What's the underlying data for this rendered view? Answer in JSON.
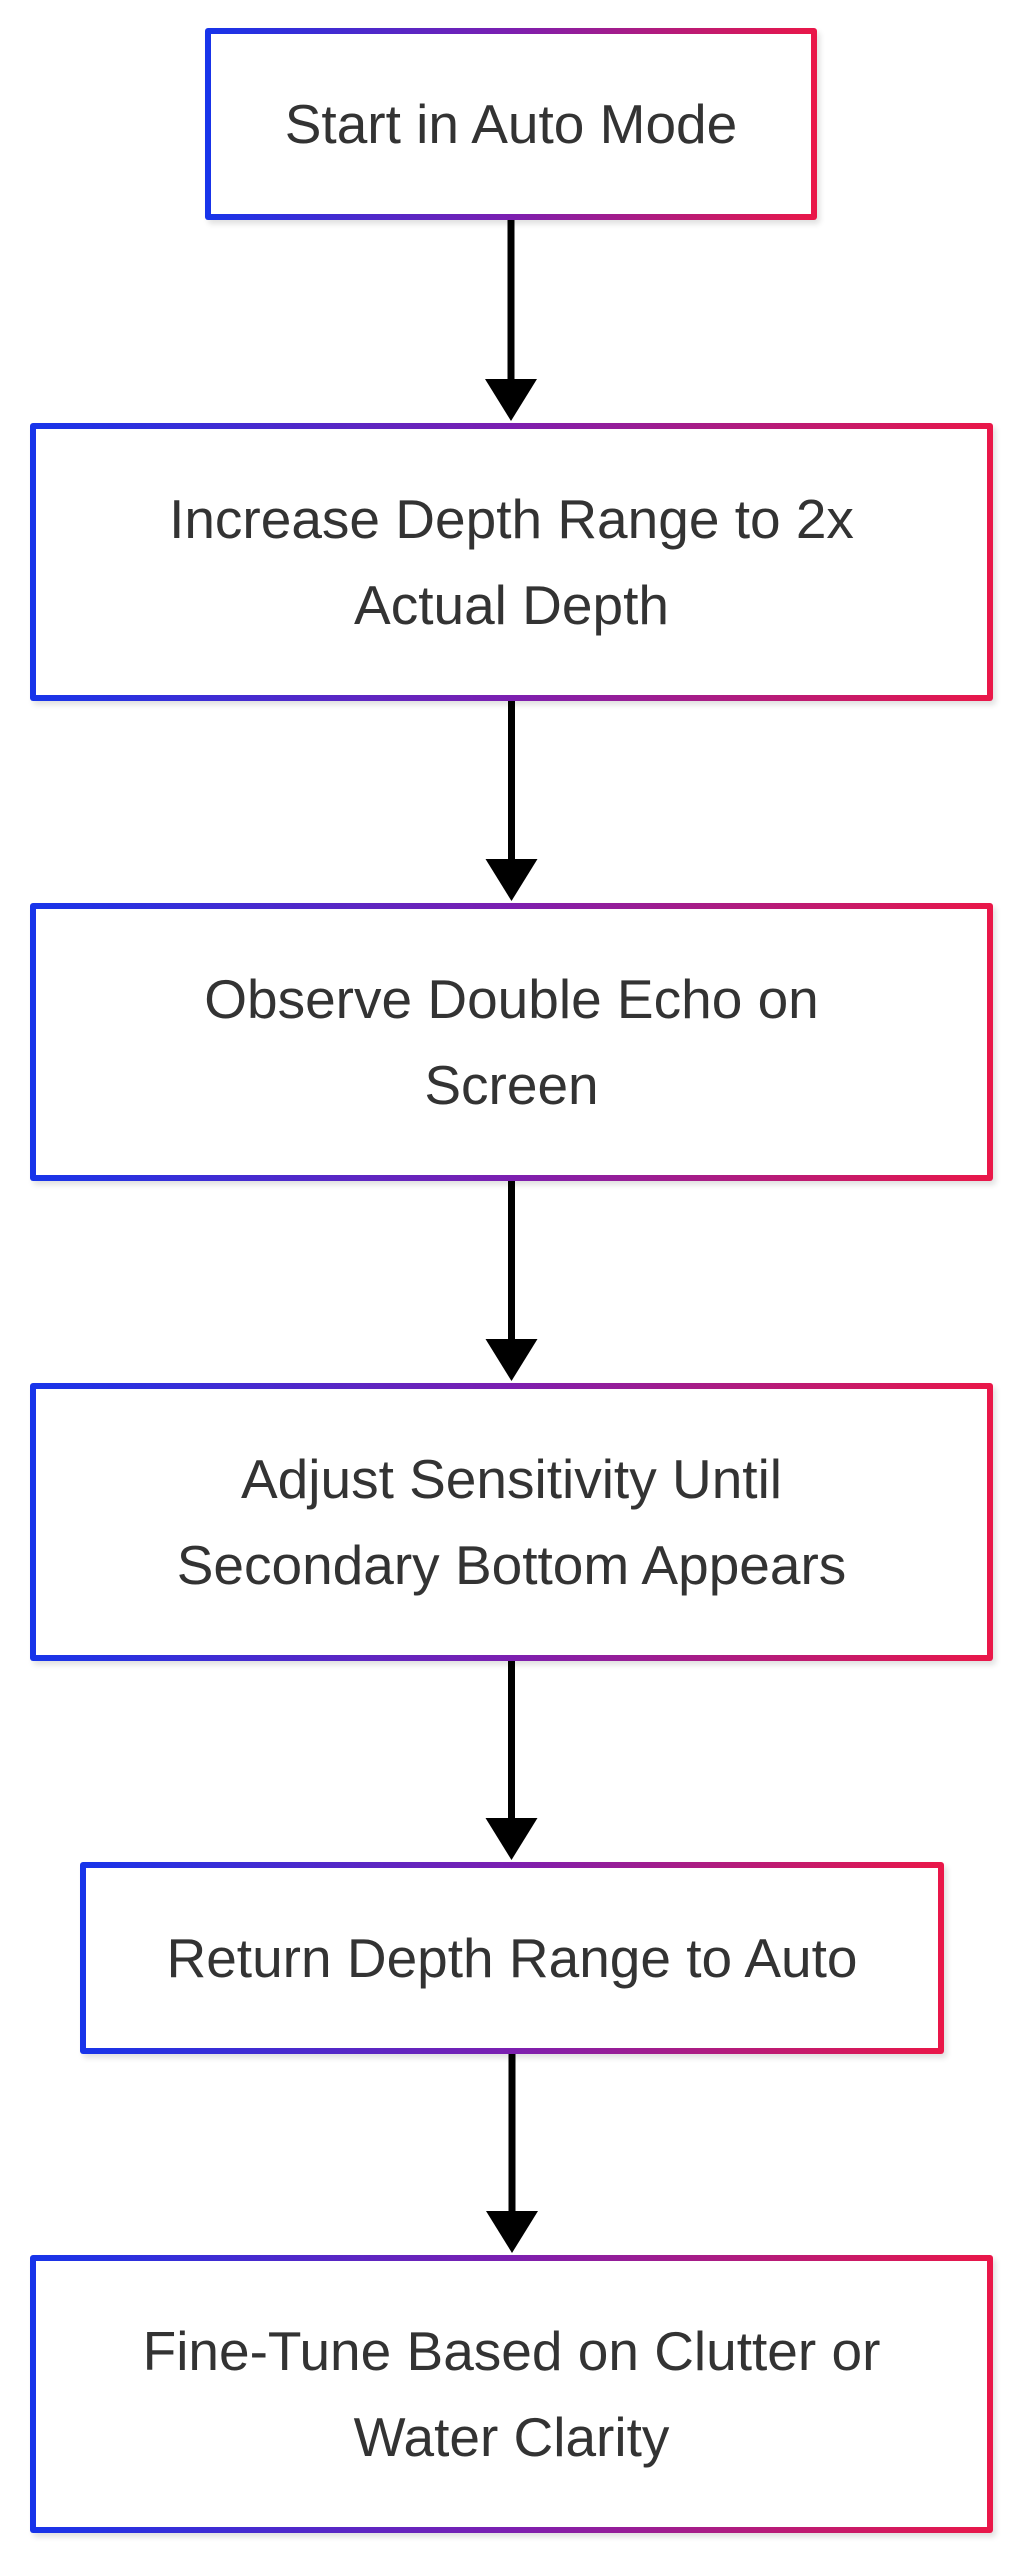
{
  "diagram": {
    "colors": {
      "border_start": "#1734ea",
      "border_mid": "#7c1fb0",
      "border_end": "#ea1748",
      "text": "#333333",
      "arrow": "#000000",
      "background": "#ffffff"
    },
    "nodes": [
      {
        "id": "n1",
        "label": "Start in Auto Mode"
      },
      {
        "id": "n2",
        "label": "Increase Depth Range to 2x\nActual Depth"
      },
      {
        "id": "n3",
        "label": "Observe Double Echo on\nScreen"
      },
      {
        "id": "n4",
        "label": "Adjust Sensitivity Until\nSecondary Bottom Appears"
      },
      {
        "id": "n5",
        "label": "Return Depth Range to Auto"
      },
      {
        "id": "n6",
        "label": "Fine-Tune Based on Clutter or\nWater Clarity"
      }
    ],
    "edges": [
      {
        "from": "n1",
        "to": "n2"
      },
      {
        "from": "n2",
        "to": "n3"
      },
      {
        "from": "n3",
        "to": "n4"
      },
      {
        "from": "n4",
        "to": "n5"
      },
      {
        "from": "n5",
        "to": "n6"
      }
    ]
  }
}
